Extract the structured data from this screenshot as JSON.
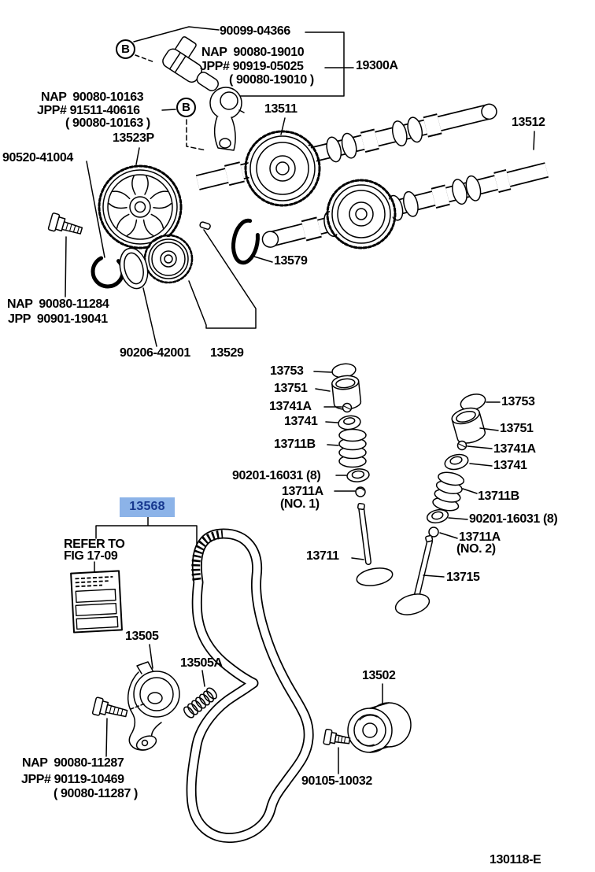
{
  "colors": {
    "line": "#000000",
    "background": "#ffffff",
    "highlight_bg": "#8cb3e8",
    "highlight_text": "#17388f"
  },
  "marker": {
    "b": "B"
  },
  "figure_code": "130118-E",
  "highlighted_part": "13568",
  "labels": {
    "p90099": "90099-04366",
    "nap19300_1": "NAP  90080-19010",
    "nap19300_2": "JPP# 90919-05025",
    "nap19300_3": "( 90080-19010 )",
    "p19300a": "19300A",
    "nap10163_1": "NAP  90080-10163",
    "nap10163_2": "JPP# 91511-40616",
    "nap10163_3": "( 90080-10163 )",
    "p13523p": "13523P",
    "p90520": "90520-41004",
    "p13511": "13511",
    "p13512": "13512",
    "p13579": "13579",
    "nap11284_1": "NAP  90080-11284",
    "nap11284_2": "JPP  90901-19041",
    "p90206": "90206-42001",
    "p13529": "13529",
    "s1_13753": "13753",
    "s1_13751": "13751",
    "s1_13741a": "13741A",
    "s1_13741": "13741",
    "s1_13711b": "13711B",
    "s1_90201": "90201-16031 (8)",
    "s1_13711a": "13711A",
    "s1_no": "(NO. 1)",
    "p13711": "13711",
    "s2_13753": "13753",
    "s2_13751": "13751",
    "s2_13741a": "13741A",
    "s2_13741": "13741",
    "s2_13711b": "13711B",
    "s2_90201": "90201-16031 (8)",
    "s2_13711a": "13711A",
    "s2_no": "(NO. 2)",
    "p13715": "13715",
    "p13568": "13568",
    "refer1": "REFER TO",
    "refer2": "FIG 17-09",
    "p13505": "13505",
    "p13505a": "13505A",
    "p13502": "13502",
    "nap11287_1": "NAP  90080-11287",
    "nap11287_2": "JPP# 90119-10469",
    "nap11287_3": "( 90080-11287 )",
    "p90105": "90105-10032"
  }
}
